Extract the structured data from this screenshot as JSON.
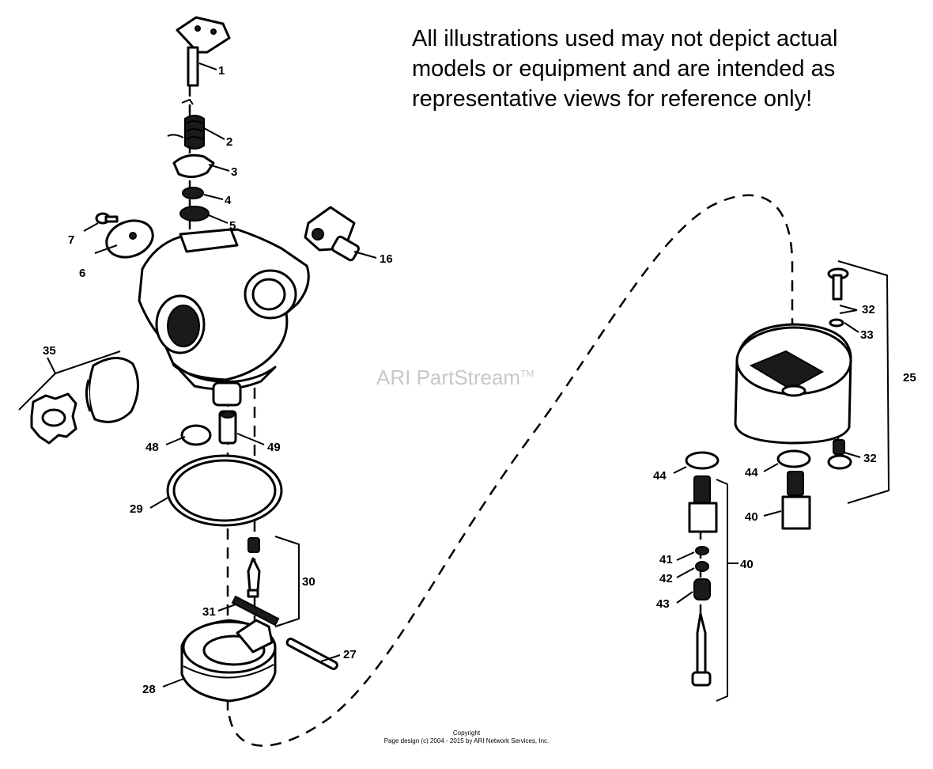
{
  "disclaimer": {
    "line1": "All illustrations used may not depict actual",
    "line2": "models or equipment and are intended as",
    "line3": "representative views for reference only!"
  },
  "watermark": {
    "text": "ARI PartStream",
    "tm": "TM"
  },
  "copyright": {
    "line1": "Copyright",
    "line2": "Page design (c) 2004 - 2015 by ARI Network Services, Inc."
  },
  "callouts": {
    "c1": "1",
    "c2": "2",
    "c3": "3",
    "c4": "4",
    "c5": "5",
    "c6": "6",
    "c7": "7",
    "c16": "16",
    "c35": "35",
    "c48": "48",
    "c49": "49",
    "c29": "29",
    "c30": "30",
    "c31": "31",
    "c27": "27",
    "c28": "28",
    "c32a": "32",
    "c33": "33",
    "c25": "25",
    "c32b": "32",
    "c44a": "44",
    "c44b": "44",
    "c40a": "40",
    "c40b": "40",
    "c41": "41",
    "c42": "42",
    "c43": "43"
  }
}
